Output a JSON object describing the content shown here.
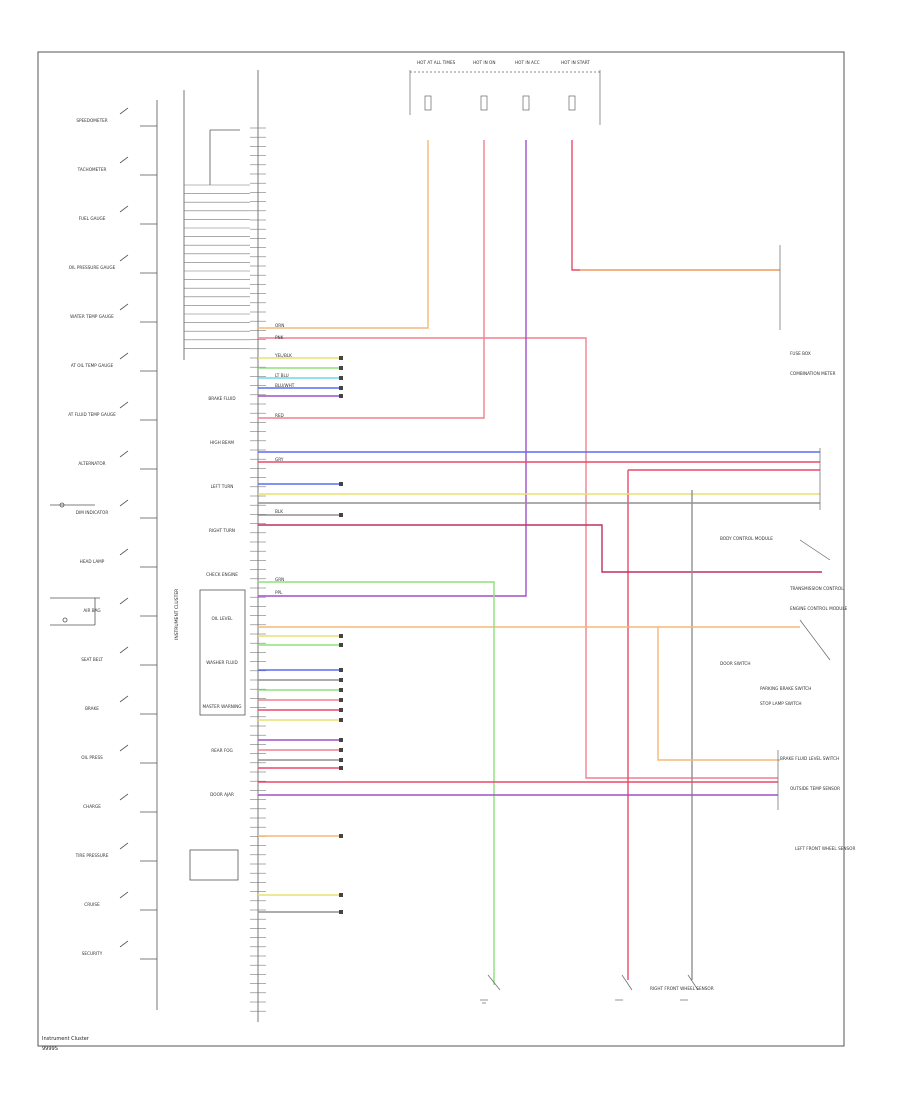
{
  "diagram": {
    "footer_title": "Instrument Cluster",
    "footer_code": "9999S",
    "colors": {
      "orange": "#f5b878",
      "pink": "#f08090",
      "red": "#e84a6a",
      "blue": "#5a6ef0",
      "purple": "#a050c8",
      "green": "#8ee07a",
      "yellow": "#e8e070",
      "cyan": "#6ad8e8",
      "gray": "#909090",
      "dark_red": "#c03060",
      "black": "#333333"
    },
    "cluster_label": "INSTRUMENT CLUSTER",
    "gauges": [
      "SPEEDOMETER",
      "TACHOMETER",
      "FUEL GAUGE",
      "OIL PRESSURE GAUGE",
      "WATER TEMP GAUGE",
      "AT OIL TEMP GAUGE",
      "AT FLUID TEMP GAUGE",
      "ALTERNATOR",
      "DIM INDICATOR",
      "HEAD LAMP",
      "AIR BAG",
      "SEAT BELT",
      "BRAKE",
      "OIL PRESS",
      "CHARGE",
      "TIRE PRESSURE",
      "CRUISE",
      "SECURITY"
    ],
    "middle_indicators": [
      "BRAKE FLUID",
      "HIGH BEAM",
      "LEFT TURN",
      "RIGHT TURN",
      "CHECK ENGINE",
      "OIL LEVEL",
      "WASHER FLUID",
      "MASTER WARNING",
      "REAR FOG",
      "DOOR AJAR"
    ],
    "right_connectors": [
      "FUSE BOX",
      "COMBINATION METER",
      "BODY CONTROL MODULE",
      "TRANSMISSION CONTROL",
      "ENGINE CONTROL MODULE",
      "DOOR SWITCH",
      "PARKING BRAKE SWITCH",
      "STOP LAMP SWITCH",
      "BRAKE FLUID LEVEL SWITCH",
      "OUTSIDE TEMP SENSOR",
      "LEFT FRONT WHEEL SENSOR",
      "RIGHT FRONT WHEEL SENSOR"
    ],
    "top_fuses": [
      "HOT AT ALL TIMES",
      "HOT IN ON",
      "HOT IN ACC",
      "HOT IN START"
    ],
    "wire_tags": [
      "ORN",
      "PNK",
      "YEL/BLK",
      "LT BLU",
      "BLU/WHT",
      "GRN",
      "PPL",
      "RED",
      "GRY",
      "BLK"
    ]
  }
}
